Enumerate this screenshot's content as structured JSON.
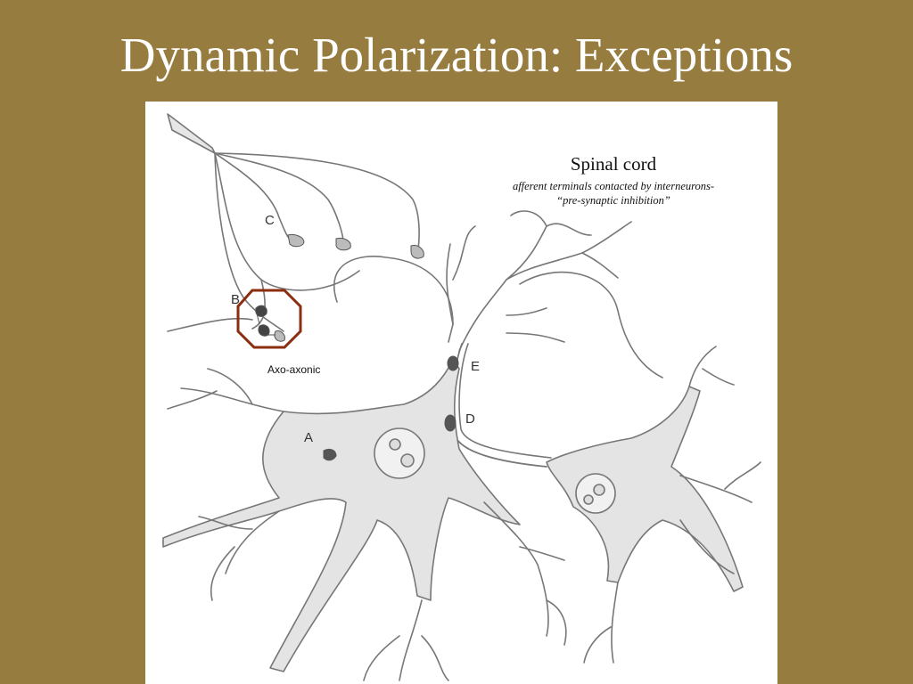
{
  "title": "Dynamic Polarization: Exceptions",
  "diagram": {
    "caption_title": "Spinal cord",
    "caption_line1": "afferent terminals contacted by interneurons-",
    "caption_line2": "“pre-synaptic inhibition”",
    "labels": {
      "a": "A",
      "b": "B",
      "c": "C",
      "d": "D",
      "e": "E",
      "axo_axonic": "Axo-axonic"
    },
    "colors": {
      "background": "#977c3f",
      "highlight_octagon": "#8b2e10",
      "cell_fill": "#e4e4e4",
      "outline": "#6f6f6f"
    }
  }
}
